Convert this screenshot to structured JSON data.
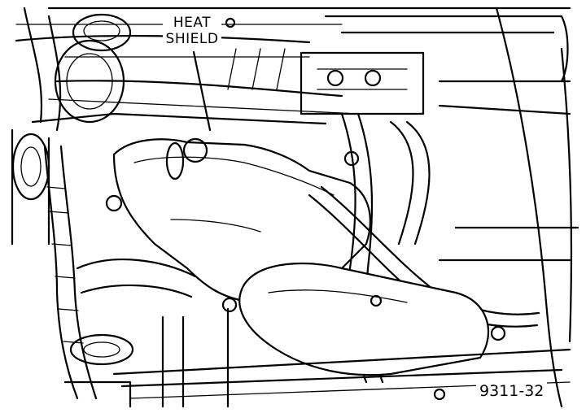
{
  "diagram": {
    "callout_line1": "HEAT",
    "callout_line2": "SHIELD",
    "figure_id": "9311-32"
  }
}
